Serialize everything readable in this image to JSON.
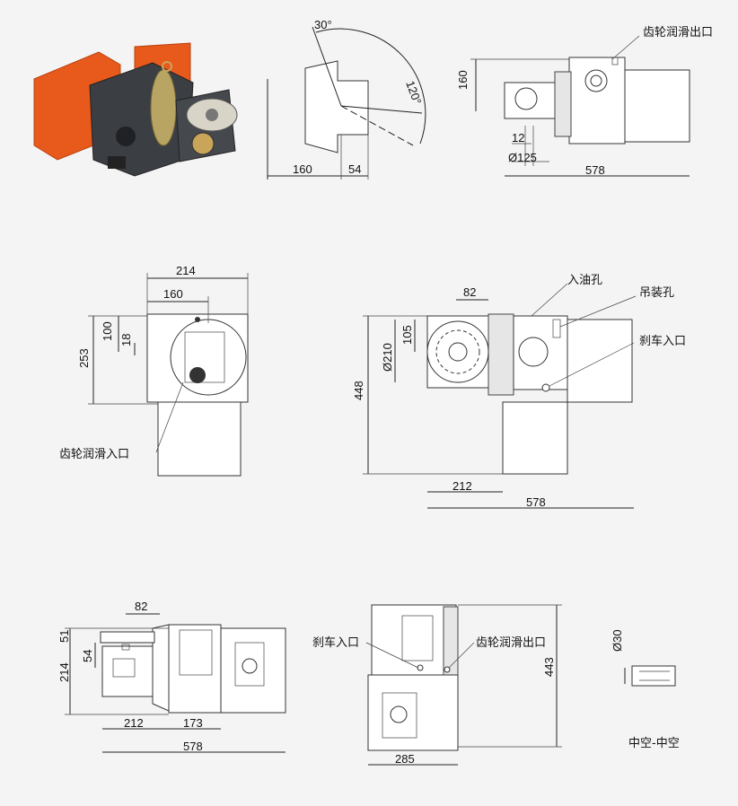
{
  "labels": {
    "gear_lube_out_top": "齿轮润滑出口",
    "oil_inlet": "入油孔",
    "lifting_hole": "吊装孔",
    "brake_inlet_right": "刹车入口",
    "gear_lube_in": "齿轮润滑入口",
    "brake_inlet_bottom": "刹车入口",
    "gear_lube_out_bottom": "齿轮润滑出口",
    "hollow": "中空-中空"
  },
  "dims": {
    "angle_30": "30°",
    "angle_120": "120°",
    "d160_a": "160",
    "d54_a": "54",
    "d160_b": "160",
    "d12": "12",
    "phi125": "Ø125",
    "d578_a": "578",
    "d214_top": "214",
    "d160_c": "160",
    "d100": "100",
    "d18": "18",
    "d253": "253",
    "d82_a": "82",
    "d105": "105",
    "phi210": "Ø210",
    "d448": "448",
    "d212_a": "212",
    "d578_b": "578",
    "d82_b": "82",
    "d51": "51",
    "d54_b": "54",
    "d214_side": "214",
    "d212_b": "212",
    "d173": "173",
    "d578_c": "578",
    "d443": "443",
    "d285": "285",
    "phi30": "Ø30"
  },
  "colors": {
    "orange": "#e8591c",
    "dark_body": "#3b3e43",
    "bronze": "#b8a463"
  }
}
